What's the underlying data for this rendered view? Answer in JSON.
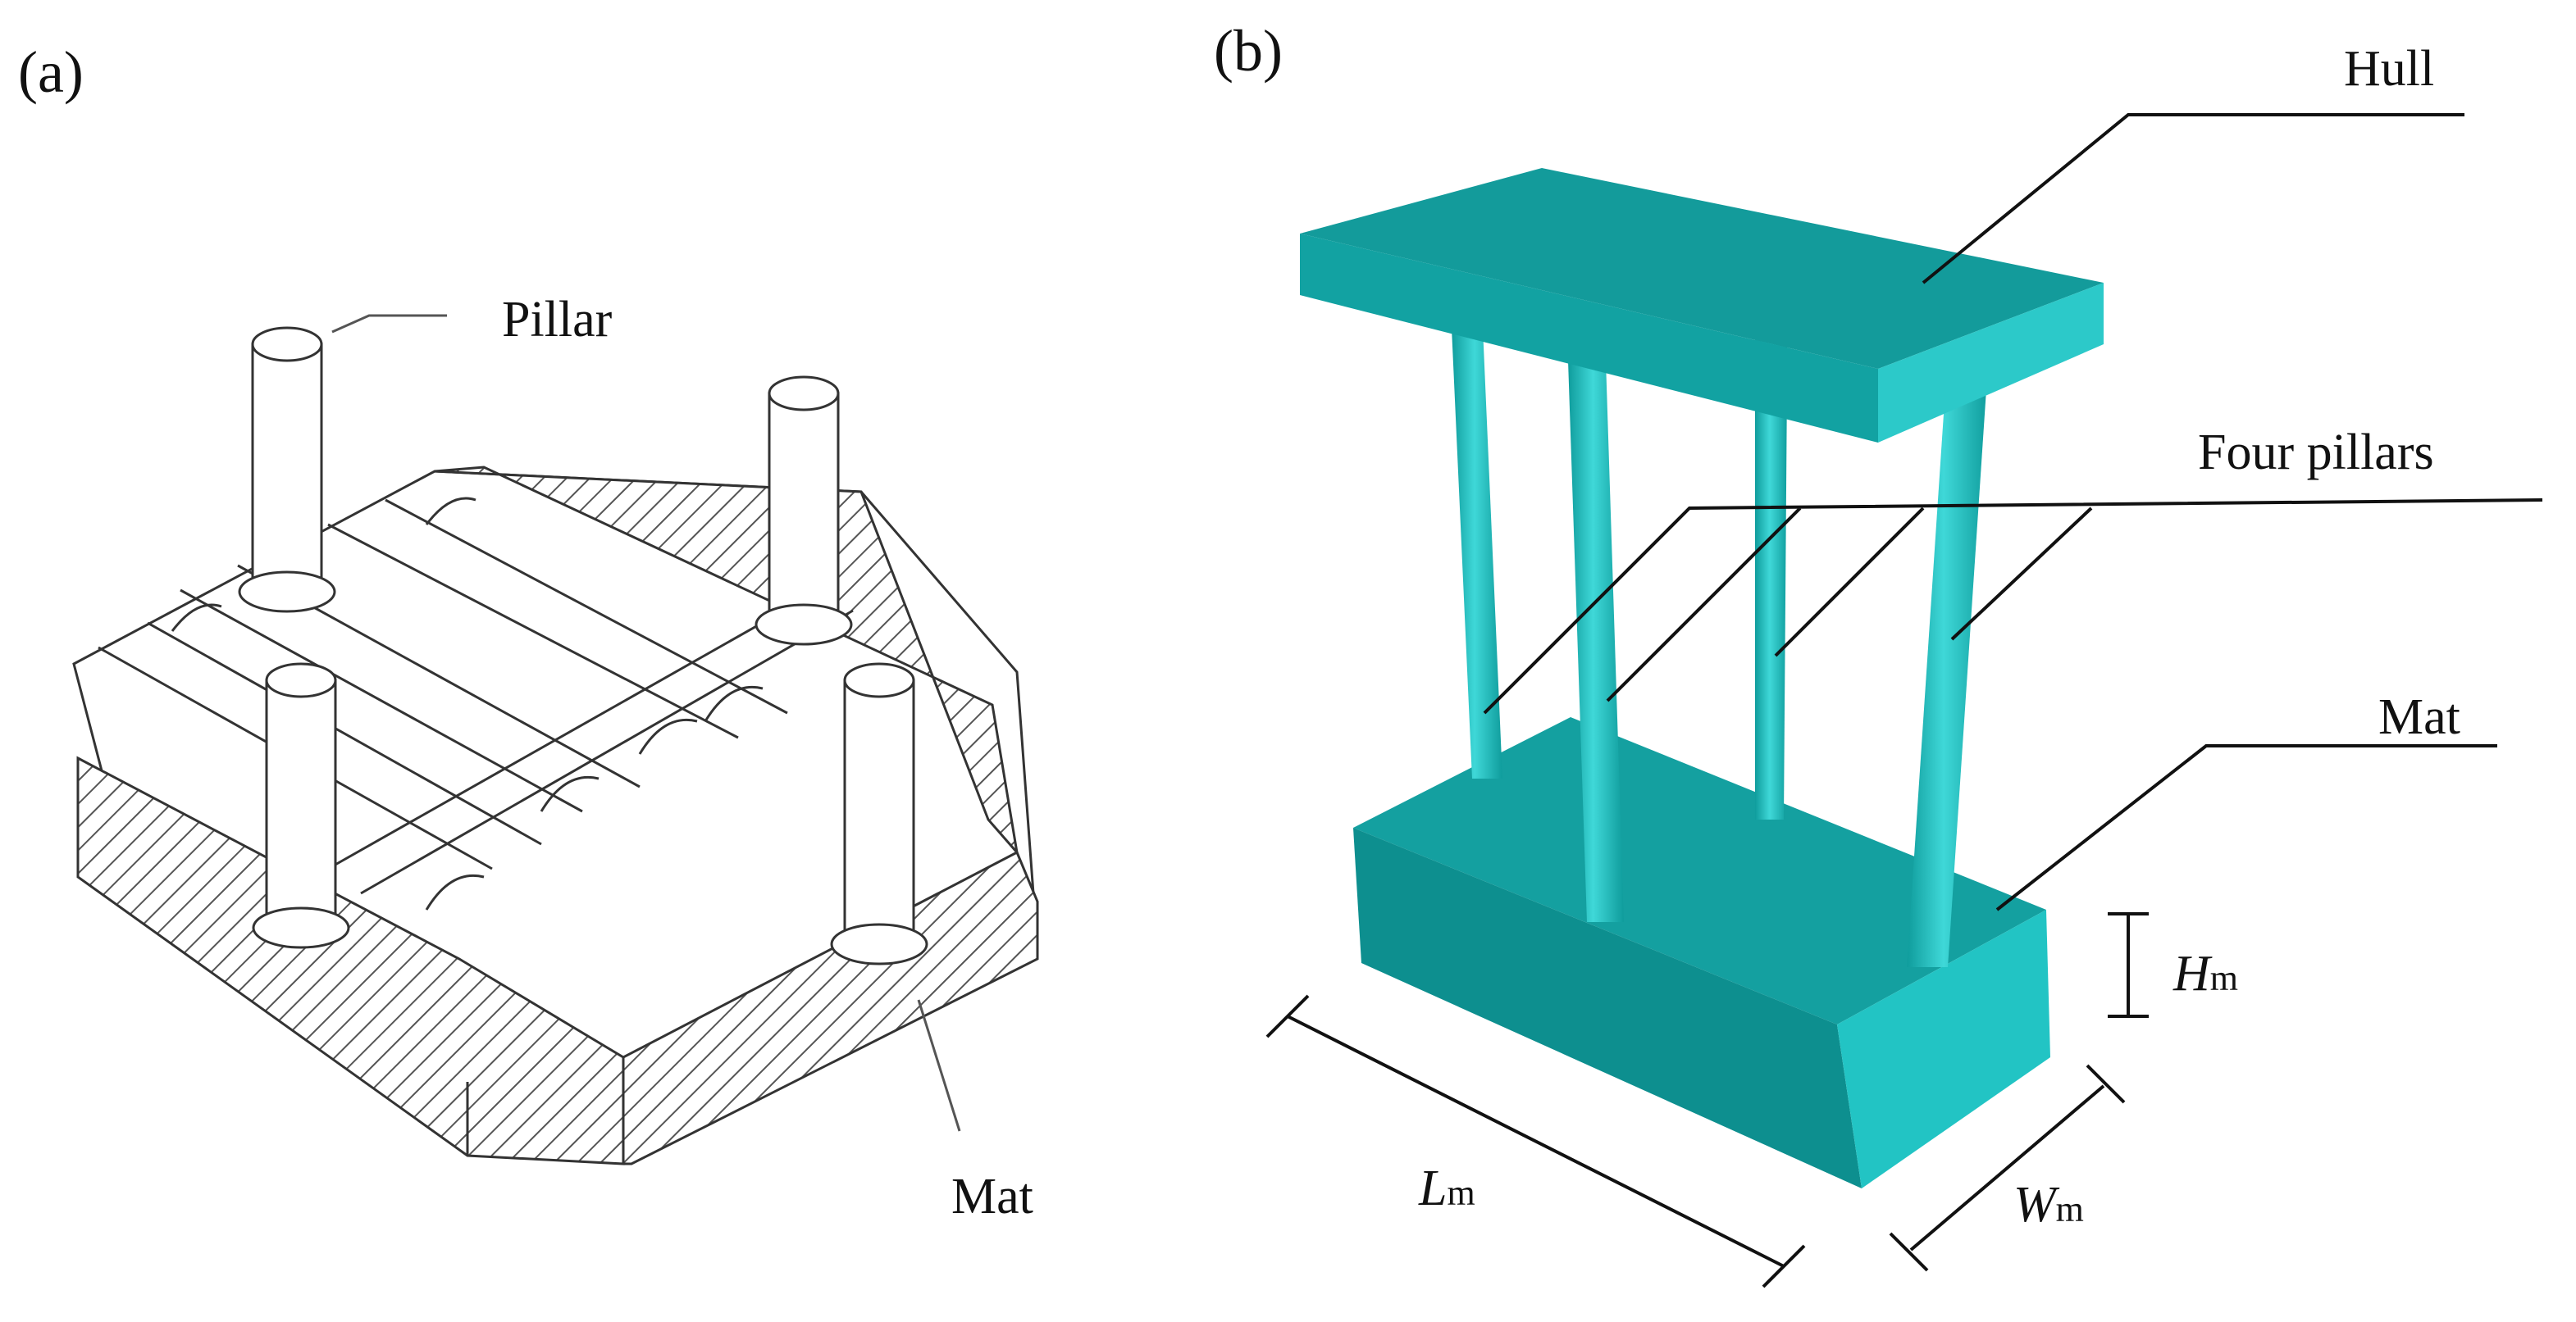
{
  "panel_a": {
    "label": "(a)",
    "callouts": {
      "pillar": "Pillar",
      "mat": "Mat"
    }
  },
  "panel_b": {
    "label": "(b)",
    "callouts": {
      "hull": "Hull",
      "pillars": "Four pillars",
      "mat": "Mat"
    },
    "dimensions": {
      "length_sym": "L",
      "length_sub": "m",
      "width_sym": "W",
      "width_sub": "m",
      "height_sym": "H",
      "height_sub": "m"
    }
  },
  "colors": {
    "teal_top": "#19a6a6",
    "teal_front": "#0d9393",
    "teal_side": "#2ccaca",
    "pillar": "#1cb8b8",
    "hatch": "#444444"
  }
}
